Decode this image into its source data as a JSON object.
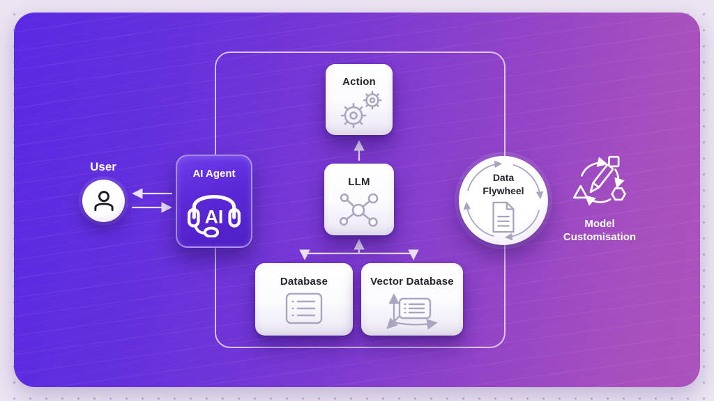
{
  "nodes": {
    "user": {
      "label": "User"
    },
    "ai_agent": {
      "label": "AI Agent",
      "badge": "AI"
    },
    "action": {
      "label": "Action"
    },
    "llm": {
      "label": "LLM"
    },
    "database": {
      "label": "Database"
    },
    "vector_database": {
      "label": "Vector Database"
    },
    "data_flywheel": {
      "line1": "Data",
      "line2": "Flywheel"
    },
    "model_customisation": {
      "line1": "Model",
      "line2": "Customisation"
    }
  },
  "icons": {
    "user": "person-icon",
    "ai_agent": "headset-ai-icon",
    "action": "gears-icon",
    "llm": "network-nodes-icon",
    "database": "list-card-icon",
    "vector_database": "list-card-axes-icon",
    "data_flywheel": "document-icon",
    "flywheel_ring": "circular-arrows-icon",
    "model_customisation": "cycle-shapes-pencil-icon"
  },
  "colors": {
    "outer_frame": "#ebe5f2",
    "frame_dot": "#c2b6d6",
    "panel_gradient_left": "#5a2ae2",
    "panel_gradient_right": "#ab52bb",
    "agent_purple": "#5a28d6",
    "connector_arrow": "#e9e1f9",
    "icon_stroke": "#aba5c0",
    "label_dark": "#26242f",
    "label_light": "#ffffff"
  }
}
